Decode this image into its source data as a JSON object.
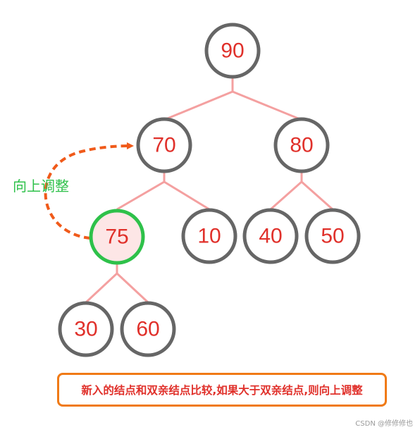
{
  "diagram": {
    "root": {
      "label": "90"
    },
    "level1": [
      {
        "label": "70"
      },
      {
        "label": "80"
      }
    ],
    "level2": [
      {
        "label": "75"
      },
      {
        "label": "10"
      },
      {
        "label": "40"
      },
      {
        "label": "50"
      }
    ],
    "level3": [
      {
        "label": "30"
      },
      {
        "label": "60"
      }
    ],
    "annotation": "向上调整",
    "caption": "新入的结点和双亲结点比较,如果大于双亲结点,则向上调整"
  },
  "watermark": "CSDN @修修修也",
  "colors": {
    "node_border": "#666666",
    "node_text": "#e0302a",
    "edge": "#f4a0a0",
    "highlight_border": "#2ec14a",
    "highlight_fill": "#fde6e6",
    "arrow": "#f05a1a",
    "caption_border": "#f07a16"
  }
}
